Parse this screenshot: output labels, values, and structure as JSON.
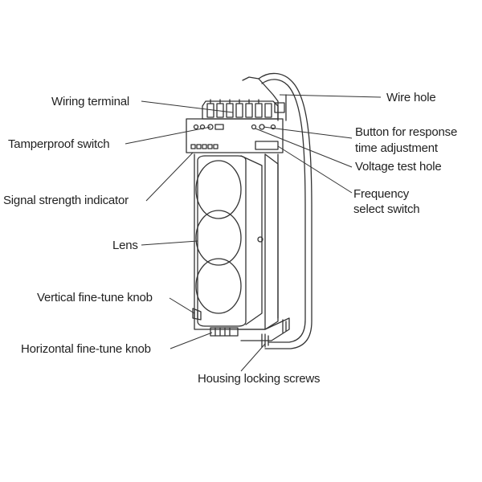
{
  "labels": {
    "wiring_terminal": "Wiring terminal",
    "tamperproof_switch": "Tamperproof switch",
    "signal_strength_indicator": "Signal strength indicator",
    "lens": "Lens",
    "vertical_knob": "Vertical fine-tune knob",
    "horizontal_knob": "Horizontal fine-tune knob",
    "housing_screws": "Housing locking screws",
    "wire_hole": "Wire hole",
    "button_response_line1": "Button for response",
    "button_response_line2": "time adjustment",
    "voltage_test_hole": "Voltage test hole",
    "frequency_line1": "Frequency",
    "frequency_line2": "select switch"
  },
  "colors": {
    "line": "#333333",
    "text": "#222222",
    "background": "#ffffff"
  }
}
